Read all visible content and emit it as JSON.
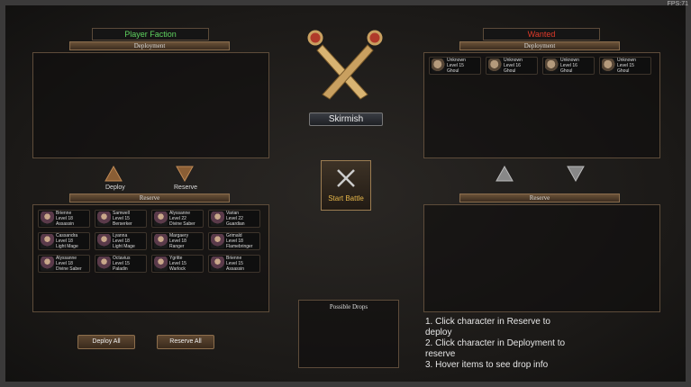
{
  "fps": "FPS:71",
  "player": {
    "title": "Player Faction",
    "deployment_label": "Deployment",
    "reserve_label": "Reserve",
    "deploy_label": "Deploy",
    "reserve_arrow_label": "Reserve",
    "deploy_all": "Deploy All",
    "reserve_all": "Reserve All",
    "reserve": [
      {
        "name": "Brienne",
        "level": "Level 18",
        "cls": "Assassin"
      },
      {
        "name": "Samwell",
        "level": "Level 15",
        "cls": "Berserker"
      },
      {
        "name": "Alyssanne",
        "level": "Level 22",
        "cls": "Divine Saber"
      },
      {
        "name": "Varian",
        "level": "Level 22",
        "cls": "Guardian"
      },
      {
        "name": "Cassandra",
        "level": "Level 18",
        "cls": "Light Mage"
      },
      {
        "name": "Lyanna",
        "level": "Level 18",
        "cls": "Light Mage"
      },
      {
        "name": "Margaery",
        "level": "Level 18",
        "cls": "Ranger"
      },
      {
        "name": "Grimald",
        "level": "Level 18",
        "cls": "Flamebringer"
      },
      {
        "name": "Alyssanne",
        "level": "Level 18",
        "cls": "Divine Saber"
      },
      {
        "name": "Octavius",
        "level": "Level 15",
        "cls": "Paladin"
      },
      {
        "name": "Ygritte",
        "level": "Level 15",
        "cls": "Warlock"
      },
      {
        "name": "Brienne",
        "level": "Level 15",
        "cls": "Assassin"
      }
    ]
  },
  "enemy": {
    "title": "Wanted",
    "deployment_label": "Deployment",
    "reserve_label": "Reserve",
    "deployment": [
      {
        "name": "Unknown",
        "level": "Level 15",
        "cls": "Ghoul"
      },
      {
        "name": "Unknown",
        "level": "Level 16",
        "cls": "Ghoul"
      },
      {
        "name": "Unknown",
        "level": "Level 16",
        "cls": "Ghoul"
      },
      {
        "name": "Unknown",
        "level": "Level 15",
        "cls": "Ghoul"
      }
    ]
  },
  "center": {
    "mode": "Skirmish",
    "start_battle": "Start Battle",
    "possible_drops": "Possible Drops"
  },
  "help": [
    "1. Click character in Reserve to deploy",
    "2. Click character in Deployment to reserve",
    "3. Hover items to see drop info"
  ],
  "colors": {
    "player_title": "#5fd35f",
    "enemy_title": "#e03a2a",
    "start_battle": "#e8b84a"
  }
}
